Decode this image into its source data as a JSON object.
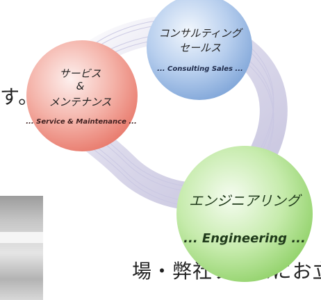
{
  "background_text": {
    "line1": "す。",
    "line2": "す。",
    "line3": "場・弊社ブースにお立ち寄り"
  },
  "circles": {
    "consulting": {
      "title_line1": "コンサルティング",
      "title_line2": "セールス",
      "subtitle": "... Consulting Sales ...",
      "color": "#8fb3e0"
    },
    "service": {
      "title_line1": "サービス",
      "title_line2": "&",
      "title_line3": "メンテナンス",
      "subtitle": "... Service & Maintenance ...",
      "color": "#ef8f82"
    },
    "engineering": {
      "title": "エンジニアリング",
      "subtitle": "... Engineering ...",
      "color": "#a6dc82"
    }
  },
  "ring_color": "#b8b4d6"
}
